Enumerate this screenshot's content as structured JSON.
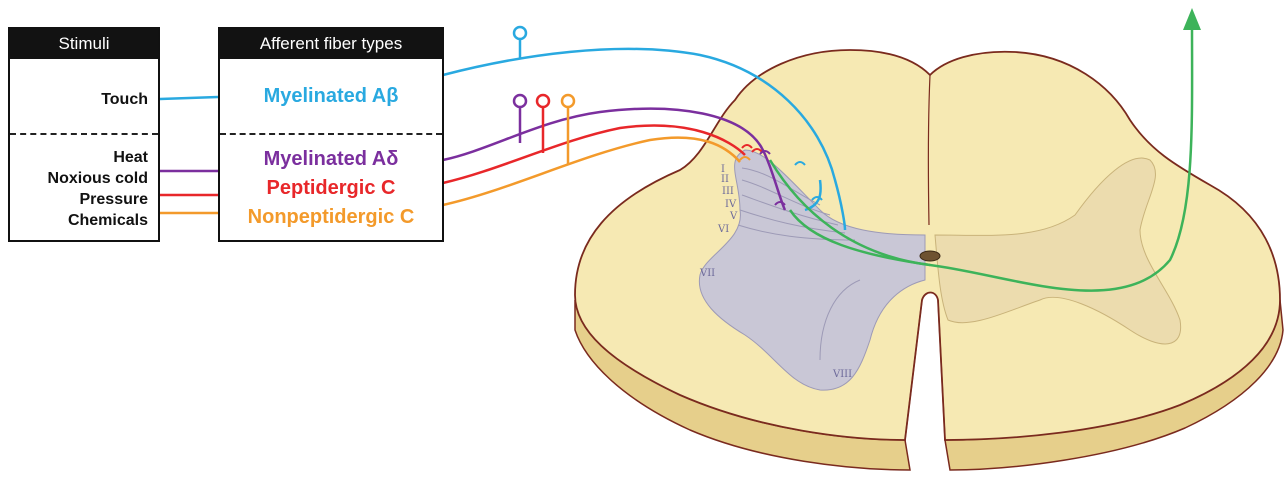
{
  "stimuli_box": {
    "header": "Stimuli",
    "items": [
      "Touch",
      "Heat",
      "Noxious cold",
      "Pressure",
      "Chemicals"
    ]
  },
  "fiber_box": {
    "header": "Afferent fiber types",
    "items": [
      {
        "label": "Myelinated Aβ",
        "color": "#29a9e0"
      },
      {
        "label": "Myelinated Aδ",
        "color": "#7b2f9e"
      },
      {
        "label": "Peptidergic C",
        "color": "#e8272a"
      },
      {
        "label": "Nonpeptidergic C",
        "color": "#f39a2b"
      }
    ]
  },
  "laminae": [
    "I",
    "II",
    "III",
    "IV",
    "V",
    "VI",
    "VII",
    "VIII"
  ],
  "colors": {
    "spinal_cord": "#f6e9b3",
    "cord_outline": "#7a2a1e",
    "gray_matter_dorsal": "#c9c7d6",
    "ascending_tract": "#3db35a"
  }
}
